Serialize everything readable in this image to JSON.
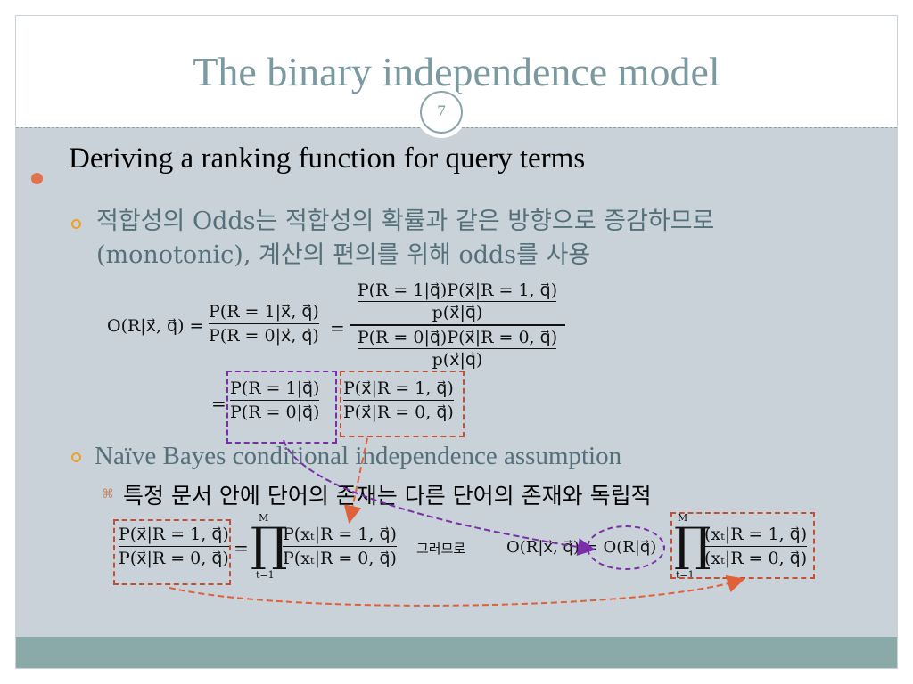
{
  "title": "The binary independence model",
  "slide_number": "7",
  "bullet_main": "Deriving a ranking function for query terms",
  "sub_bullet_1": {
    "line1": "적합성의 Odds는 적합성의 확률과 같은 방향으로 증감하므로",
    "line2": "(monotonic), 계산의 편의를 위해 odds를 사용"
  },
  "sub_bullet_2": "Naïve Bayes conditional independence assumption",
  "sub_sub_bullet": "특정 문서 안에 단어의 존재는 다른 단어의 존재와 독립적",
  "formulas": {
    "odds_lhs": "O(R|x⃗, q⃗) =",
    "eq1_num": "P(R = 1|x⃗, q⃗)",
    "eq1_den": "P(R = 0|x⃗, q⃗)",
    "eq_sign": "=",
    "big_num_top": "P(R = 1|q⃗)P(x⃗|R = 1, q⃗)",
    "big_num_bottom": "p(x⃗|q⃗)",
    "big_den_top": "P(R = 0|q⃗)P(x⃗|R = 0, q⃗)",
    "big_den_bottom": "p(x⃗|q⃗)",
    "eq2_prefix": "=",
    "prior_num": "P(R = 1|q⃗)",
    "prior_den": "P(R = 0|q⃗)",
    "lik_num": "P(x⃗|R = 1, q⃗)",
    "lik_den": "P(x⃗|R = 0, q⃗)",
    "nb_lhs_num": "P(x⃗|R = 1, q⃗)",
    "nb_lhs_den": "P(x⃗|R = 0, q⃗)",
    "nb_eq": "=",
    "prod_upper": "M",
    "prod_lower": "t=1",
    "prod_symbol": "∏",
    "nb_rhs_num": "P(xₜ|R = 1, q⃗)",
    "nb_rhs_den": "P(xₜ|R = 0, q⃗)",
    "therefore": "그러므로",
    "result_lhs": "O(R|x⃗, q⃗) = O(R|q⃗) ·",
    "res_num": "(xₜ|R = 1, q⃗)",
    "res_den": "(xₜ|R = 0, q⃗)"
  },
  "colors": {
    "title": "#7a9aa0",
    "content_bg": "#c8d2d8",
    "footer_bg": "#8aaaa9",
    "bullet_dot": "#e0734e",
    "sub_bullet_ring": "#f0a020",
    "red_box": "#c0503a",
    "purple_box": "#7a2ea8"
  }
}
